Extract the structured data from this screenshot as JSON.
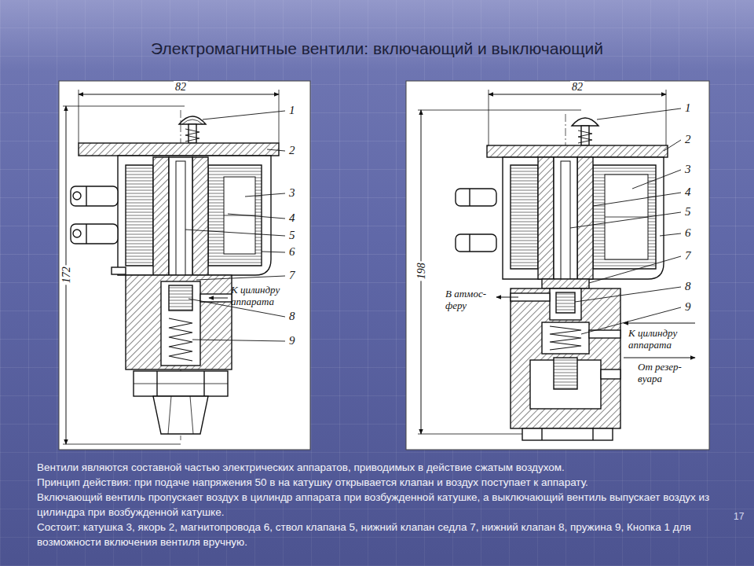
{
  "diagram": {
    "title": "Электромагнитные вентили: включающий и выключающий",
    "labels": [
      "82",
      "1",
      "2",
      "3",
      "4",
      "5",
      "6",
      "7",
      "К цилиндру аппарата",
      "8",
      "9",
      "172",
      "82",
      "1",
      "2",
      "3",
      "4",
      "5",
      "6",
      "7",
      "8",
      "9",
      "В атмос- феру",
      "К цилиндру аппарата",
      "От резер- вуара",
      "198",
      "Вентили являются составной частью электрических аппаратов, приводимых в действие сжатым воздухом.",
      "Принцип действия: при подаче напряжения 50 в на катушку открывается клапан и воздух поступает к аппарату.",
      "Включающий вентиль пропускает воздух в цилиндр аппарата при возбужденной катушке, а выключающий вентиль выпускает воздух из цилиндра при возбужденной катушке.",
      "Состоит: катушка 3, якорь 2, магнитопровода 6, ствол клапана 5, нижний клапан седла 7, нижний клапан 8, пружина 9, Кнопка 1 для возможности включения вентиля вручную.",
      "17"
    ]
  }
}
